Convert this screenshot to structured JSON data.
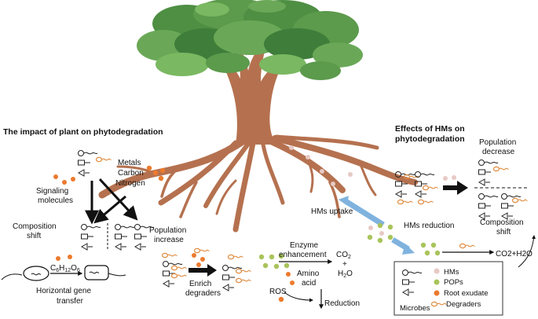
{
  "left": {
    "heading": "The impact of plant on phytodegradation",
    "metals": "Metals",
    "carbon": "Carbon",
    "nitrogen": "Nitrogen",
    "signaling_1": "Signaling",
    "signaling_2": "molecules",
    "composition_shift_1": "Composition",
    "composition_shift_2": "shift",
    "population_increase_1": "Population",
    "population_increase_2": "increase",
    "glucose_base": "C",
    "glucose_sub1": "6",
    "glucose_mid": "H",
    "glucose_sub2": "12",
    "glucose_end": "O",
    "glucose_sub3": "6",
    "hgt_1": "Horizontal gene",
    "hgt_2": "transfer"
  },
  "middle": {
    "enrich_1": "Enrich",
    "enrich_2": "degraders",
    "enzyme_1": "Enzyme",
    "enzyme_2": "enhancement",
    "co2_base": "CO",
    "co2_sub": "2",
    "plus": "+",
    "h2o_base": "H",
    "h2o_sub": "2",
    "h2o_end": "O",
    "amino_1": "Amino",
    "amino_2": "acid",
    "ros": "ROS",
    "reduction": "Reduction",
    "hms_uptake": "HMs uptake",
    "hms_reduction": "HMs reduction",
    "co2_h2o": "CO2+H2O"
  },
  "right": {
    "heading_1": "Effects of HMs on",
    "heading_2": "phytodegradation",
    "population_decrease_1": "Population",
    "population_decrease_2": "decrease",
    "composition_shift_1": "Composition",
    "composition_shift_2": "shift"
  },
  "legend": {
    "hms": "HMs",
    "pops": "POPs",
    "root_exudate": "Root exudate",
    "degraders": "Degraders",
    "microbes": "Microbes"
  },
  "colors": {
    "canopy_dark": "#3e7d3a",
    "canopy_mid": "#5c9a4c",
    "canopy_light": "#7ab861",
    "trunk": "#b5714f",
    "hms_dot": "#e7c9c4",
    "pops_dot": "#a9c45a",
    "exudate_dot": "#ec7a2d",
    "degrader": "#e08a3c",
    "blue_arrow": "#7fb3de"
  }
}
